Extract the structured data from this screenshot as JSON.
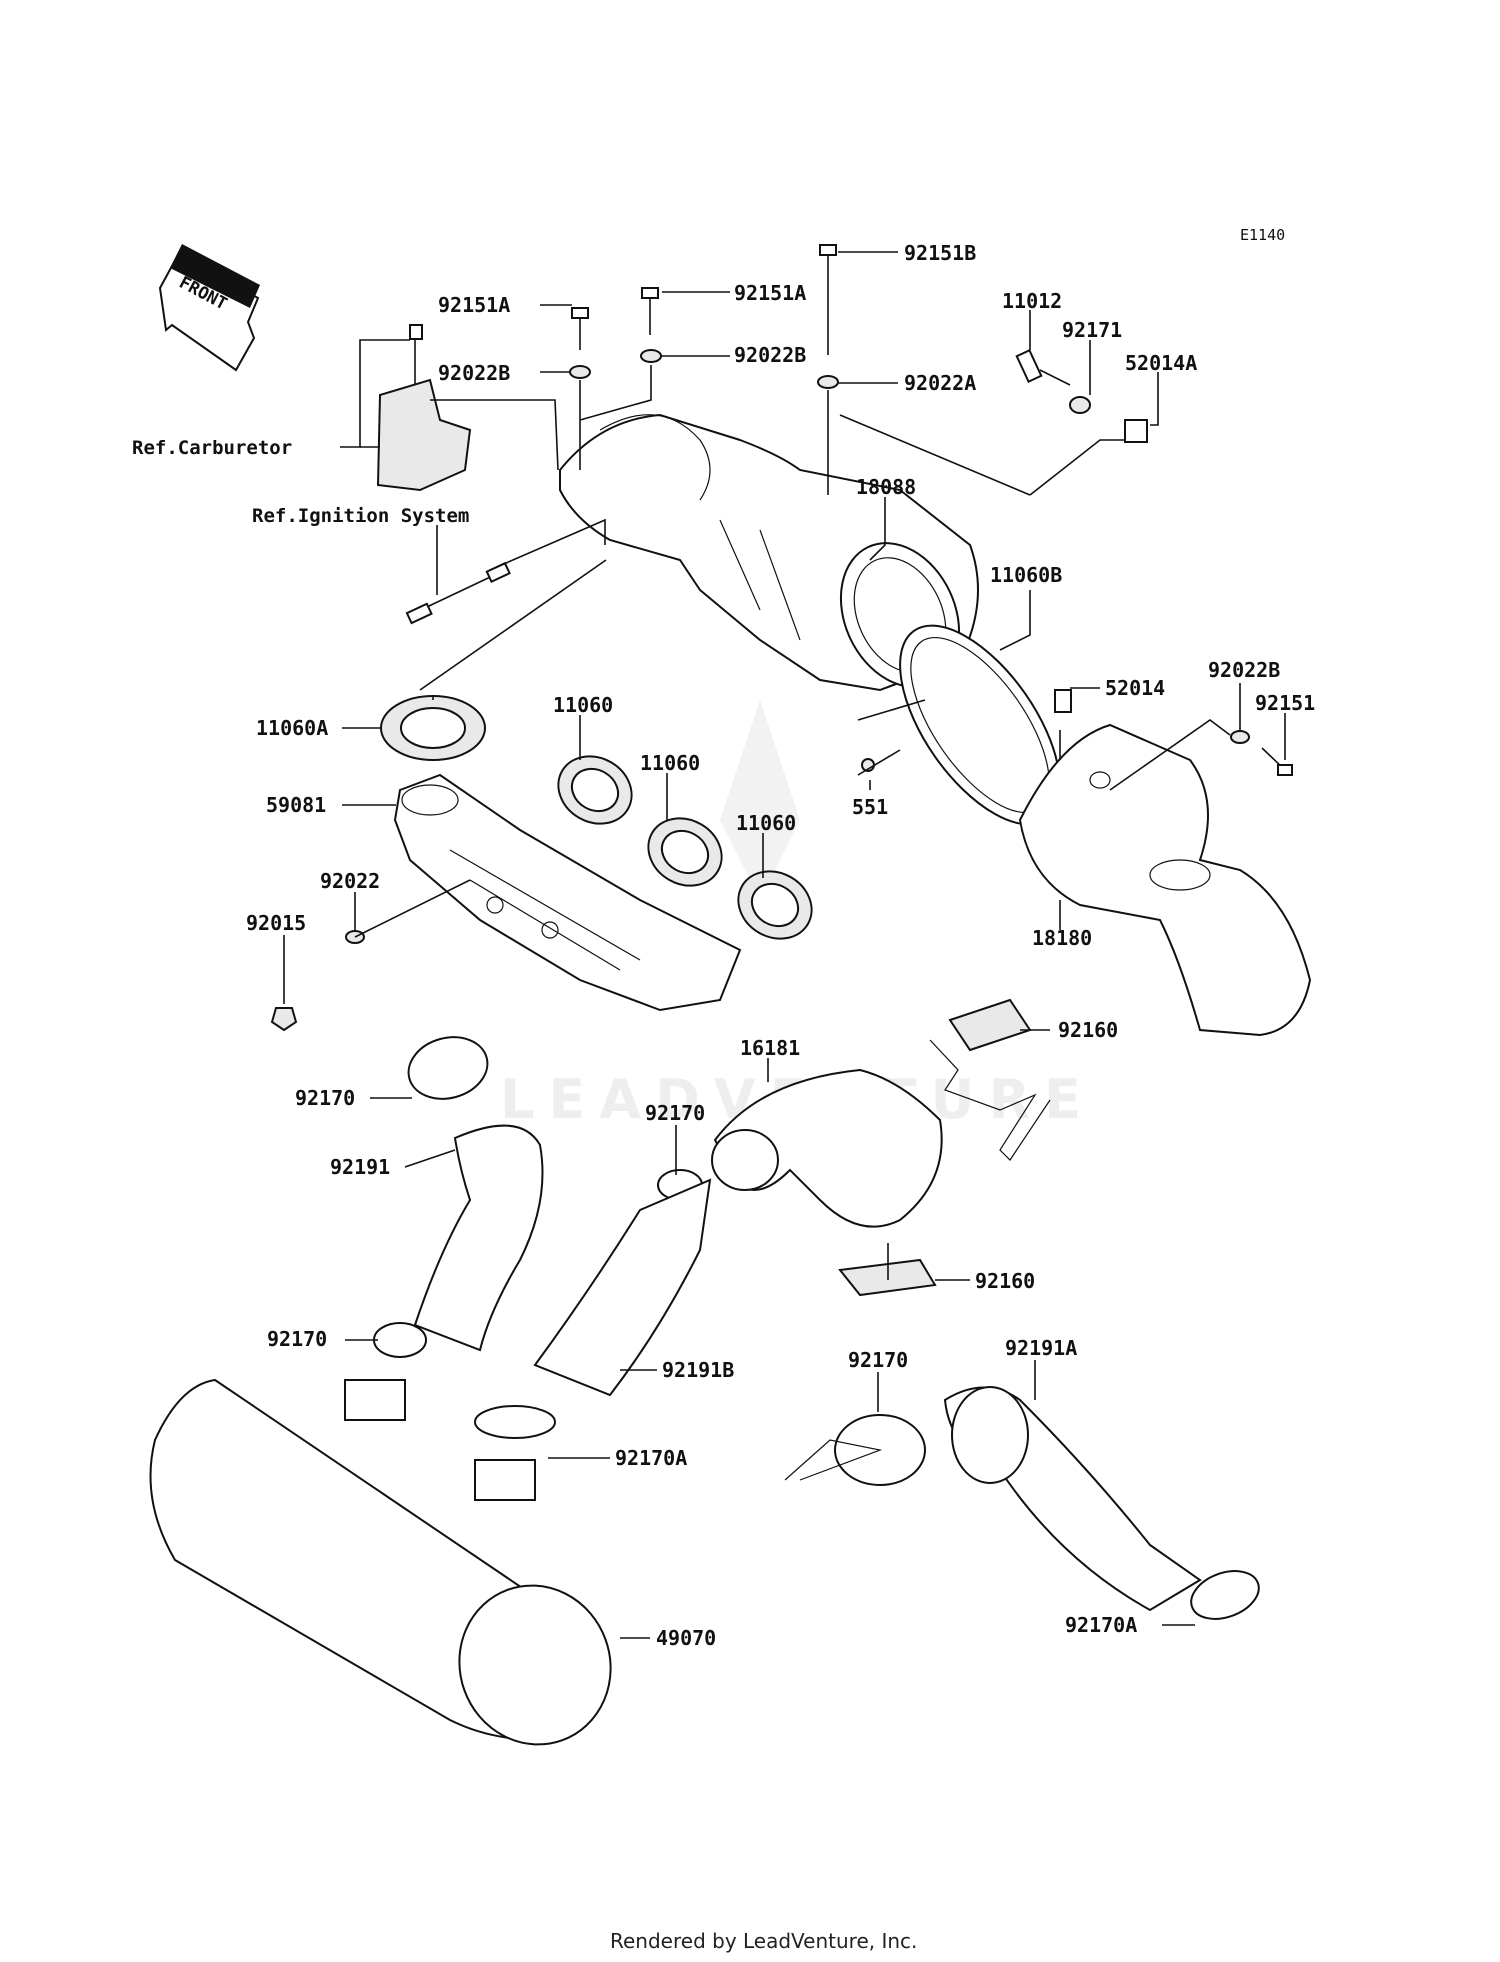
{
  "drawing_code": "E1140",
  "front_label": "FRONT",
  "references": {
    "carburetor": "Ref.Carburetor",
    "ignition": "Ref.Ignition System"
  },
  "parts": {
    "p92151B": "92151B",
    "p92151A_1": "92151A",
    "p92151A_2": "92151A",
    "p92022B_1": "92022B",
    "p92022B_2": "92022B",
    "p92022A": "92022A",
    "p11012": "11012",
    "p92171": "92171",
    "p52014A": "52014A",
    "p18088": "18088",
    "p11060B": "11060B",
    "p11060A": "11060A",
    "p11060_1": "11060",
    "p11060_2": "11060",
    "p11060_3": "11060",
    "p59081": "59081",
    "p92022": "92022",
    "p92015": "92015",
    "p551": "551",
    "p52014": "52014",
    "p92022B_3": "92022B",
    "p92151": "92151",
    "p18180": "18180",
    "p16181": "16181",
    "p92160_1": "92160",
    "p92160_2": "92160",
    "p92170_1": "92170",
    "p92170_2": "92170",
    "p92170_3": "92170",
    "p92170_4": "92170",
    "p92191": "92191",
    "p92191B": "92191B",
    "p92191A": "92191A",
    "p92170A_1": "92170A",
    "p92170A_2": "92170A",
    "p49070": "49070"
  },
  "watermark": "LEADVENTURE",
  "footer": "Rendered by LeadVenture, Inc."
}
